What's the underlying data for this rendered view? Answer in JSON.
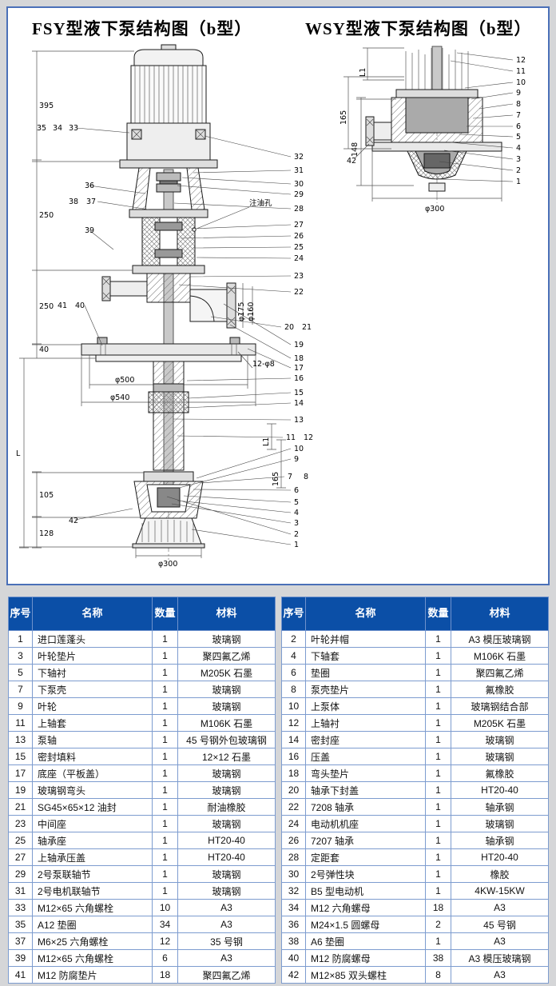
{
  "page": {
    "background": "#d5d6d8"
  },
  "panel": {
    "border_color": "#4a70b8",
    "background": "#ffffff"
  },
  "titles": {
    "fsy": "FSY型液下泵结构图（b型）",
    "wsy": "WSY型液下泵结构图（b型）"
  },
  "fsy_drawing": {
    "callouts_right": [
      "32",
      "31",
      "30",
      "29",
      "28",
      "27",
      "26",
      "25",
      "24",
      "23",
      "22",
      "20",
      "21",
      "19",
      "18",
      "17",
      "16",
      "15",
      "14",
      "13",
      "11",
      "12",
      "10",
      "9",
      "7",
      "8",
      "6",
      "5",
      "4",
      "3",
      "2",
      "1"
    ],
    "callouts_left": [
      "35",
      "34",
      "33",
      "36",
      "38",
      "37",
      "39",
      "41",
      "40",
      "42"
    ],
    "dims_vertical": [
      "395",
      "250",
      "250",
      "40",
      "L",
      "105",
      "128"
    ],
    "dims_rotated": [
      "φ175",
      "φ160",
      "L1",
      "165"
    ],
    "dims_horizontal": [
      "φ500",
      "φ540",
      "12-φ8",
      "φ300"
    ],
    "annotations": [
      "注油孔"
    ]
  },
  "wsy_drawing": {
    "callouts_right": [
      "12",
      "11",
      "10",
      "9",
      "8",
      "7",
      "6",
      "5",
      "4",
      "3",
      "2",
      "1"
    ],
    "callouts_left": [
      "42"
    ],
    "dims_rotated": [
      "L1",
      "165",
      "148"
    ],
    "dims_horizontal": [
      "φ300"
    ]
  },
  "parts_table": {
    "headers": [
      "序号",
      "名称",
      "数量",
      "材料"
    ],
    "left_rows": [
      [
        "1",
        "进口莲蓬头",
        "1",
        "玻璃钢"
      ],
      [
        "3",
        "叶轮垫片",
        "1",
        "聚四氟乙烯"
      ],
      [
        "5",
        "下轴衬",
        "1",
        "M205K 石墨"
      ],
      [
        "7",
        "下泵壳",
        "1",
        "玻璃钢"
      ],
      [
        "9",
        "叶轮",
        "1",
        "玻璃钢"
      ],
      [
        "11",
        "上轴套",
        "1",
        "M106K 石墨"
      ],
      [
        "13",
        "泵轴",
        "1",
        "45 号钢外包玻璃钢"
      ],
      [
        "15",
        "密封填料",
        "1",
        "12×12 石墨"
      ],
      [
        "17",
        "底座（平板盖）",
        "1",
        "玻璃钢"
      ],
      [
        "19",
        "玻璃钢弯头",
        "1",
        "玻璃钢"
      ],
      [
        "21",
        "SG45×65×12 油封",
        "1",
        "耐油橡胶"
      ],
      [
        "23",
        "中间座",
        "1",
        "玻璃钢"
      ],
      [
        "25",
        "轴承座",
        "1",
        "HT20-40"
      ],
      [
        "27",
        "上轴承压盖",
        "1",
        "HT20-40"
      ],
      [
        "29",
        "2号泵联轴节",
        "1",
        "玻璃钢"
      ],
      [
        "31",
        "2号电机联轴节",
        "1",
        "玻璃钢"
      ],
      [
        "33",
        "M12×65 六角螺栓",
        "10",
        "A3"
      ],
      [
        "35",
        "A12 垫圈",
        "34",
        "A3"
      ],
      [
        "37",
        "M6×25 六角螺栓",
        "12",
        "35 号钢"
      ],
      [
        "39",
        "M12×65 六角螺栓",
        "6",
        "A3"
      ],
      [
        "41",
        "M12 防腐垫片",
        "18",
        "聚四氟乙烯"
      ]
    ],
    "right_rows": [
      [
        "2",
        "叶轮并帽",
        "1",
        "A3 模压玻璃钢"
      ],
      [
        "4",
        "下轴套",
        "1",
        "M106K 石墨"
      ],
      [
        "6",
        "垫圈",
        "1",
        "聚四氟乙烯"
      ],
      [
        "8",
        "泵壳垫片",
        "1",
        "氟橡胶"
      ],
      [
        "10",
        "上泵体",
        "1",
        "玻璃钢结合部"
      ],
      [
        "12",
        "上轴衬",
        "1",
        "M205K 石墨"
      ],
      [
        "14",
        "密封座",
        "1",
        "玻璃钢"
      ],
      [
        "16",
        "压盖",
        "1",
        "玻璃钢"
      ],
      [
        "18",
        "弯头垫片",
        "1",
        "氟橡胶"
      ],
      [
        "20",
        "轴承下封盖",
        "1",
        "HT20-40"
      ],
      [
        "22",
        "7208 轴承",
        "1",
        "轴承钢"
      ],
      [
        "24",
        "电动机机座",
        "1",
        "玻璃钢"
      ],
      [
        "26",
        "7207 轴承",
        "1",
        "轴承钢"
      ],
      [
        "28",
        "定距套",
        "1",
        "HT20-40"
      ],
      [
        "30",
        "2号弹性块",
        "1",
        "橡胶"
      ],
      [
        "32",
        "B5 型电动机",
        "1",
        "4KW-15KW"
      ],
      [
        "34",
        "M12 六角螺母",
        "18",
        "A3"
      ],
      [
        "36",
        "M24×1.5 圆螺母",
        "2",
        "45 号钢"
      ],
      [
        "38",
        "A6 垫圈",
        "1",
        "A3"
      ],
      [
        "40",
        "M12 防腐螺母",
        "38",
        "A3 模压玻璃钢"
      ],
      [
        "42",
        "M12×85 双头螺柱",
        "8",
        "A3"
      ]
    ]
  }
}
